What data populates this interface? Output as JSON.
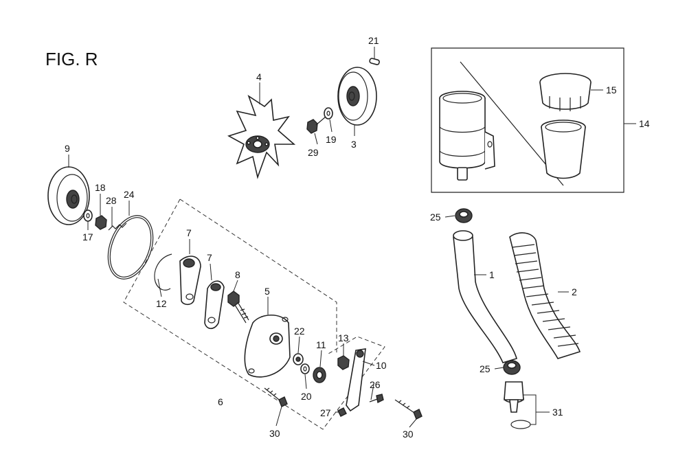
{
  "figure_title": "FIG. R",
  "callouts": {
    "c1": "1",
    "c2": "2",
    "c3": "3",
    "c4": "4",
    "c5": "5",
    "c6": "6",
    "c7a": "7",
    "c7b": "7",
    "c8": "8",
    "c9": "9",
    "c10": "10",
    "c11": "11",
    "c12": "12",
    "c13": "13",
    "c14": "14",
    "c15": "15",
    "c17": "17",
    "c18": "18",
    "c19": "19",
    "c20": "20",
    "c21": "21",
    "c22": "22",
    "c24": "24",
    "c25a": "25",
    "c25b": "25",
    "c26": "26",
    "c27": "27",
    "c28": "28",
    "c29": "29",
    "c30a": "30",
    "c30b": "30",
    "c31": "31"
  }
}
